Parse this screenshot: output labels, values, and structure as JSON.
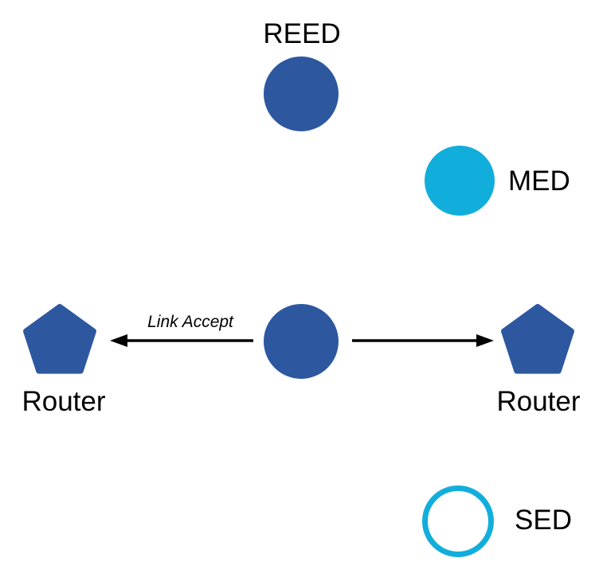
{
  "colors": {
    "node_blue": "#2D58A0",
    "node_cyan": "#12AEDB",
    "line_black": "#000000",
    "background": "#FFFFFF"
  },
  "nodes": {
    "reed": {
      "label": "REED",
      "shape": "filled-circle"
    },
    "med": {
      "label": "MED",
      "shape": "filled-circle"
    },
    "center": {
      "label": "",
      "shape": "filled-circle"
    },
    "router_left": {
      "label": "Router",
      "shape": "pentagon"
    },
    "router_right": {
      "label": "Router",
      "shape": "pentagon"
    },
    "sed": {
      "label": "SED",
      "shape": "outline-circle"
    }
  },
  "edges": {
    "link_accept": {
      "label": "Link Accept",
      "direction": "left"
    },
    "right_link": {
      "label": "",
      "direction": "right"
    }
  }
}
